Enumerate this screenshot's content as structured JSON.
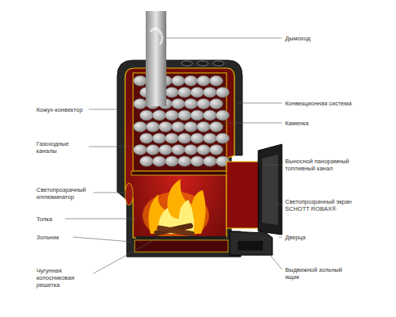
{
  "diagram": {
    "labels": [
      "Дымоход",
      "Кожух-конвектор",
      "Конвекционная система",
      "Каменка",
      "Газоходные каналы",
      "Выносной панорамный топливный канал",
      "Светопрозрачный иллюминатор",
      "Светопрозрачный экран SCHOTT ROBAX®",
      "Топка",
      "Зольник",
      "Дверца",
      "Чугунная колосниковая решетка",
      "Выдвижной зольный ящик"
    ]
  }
}
